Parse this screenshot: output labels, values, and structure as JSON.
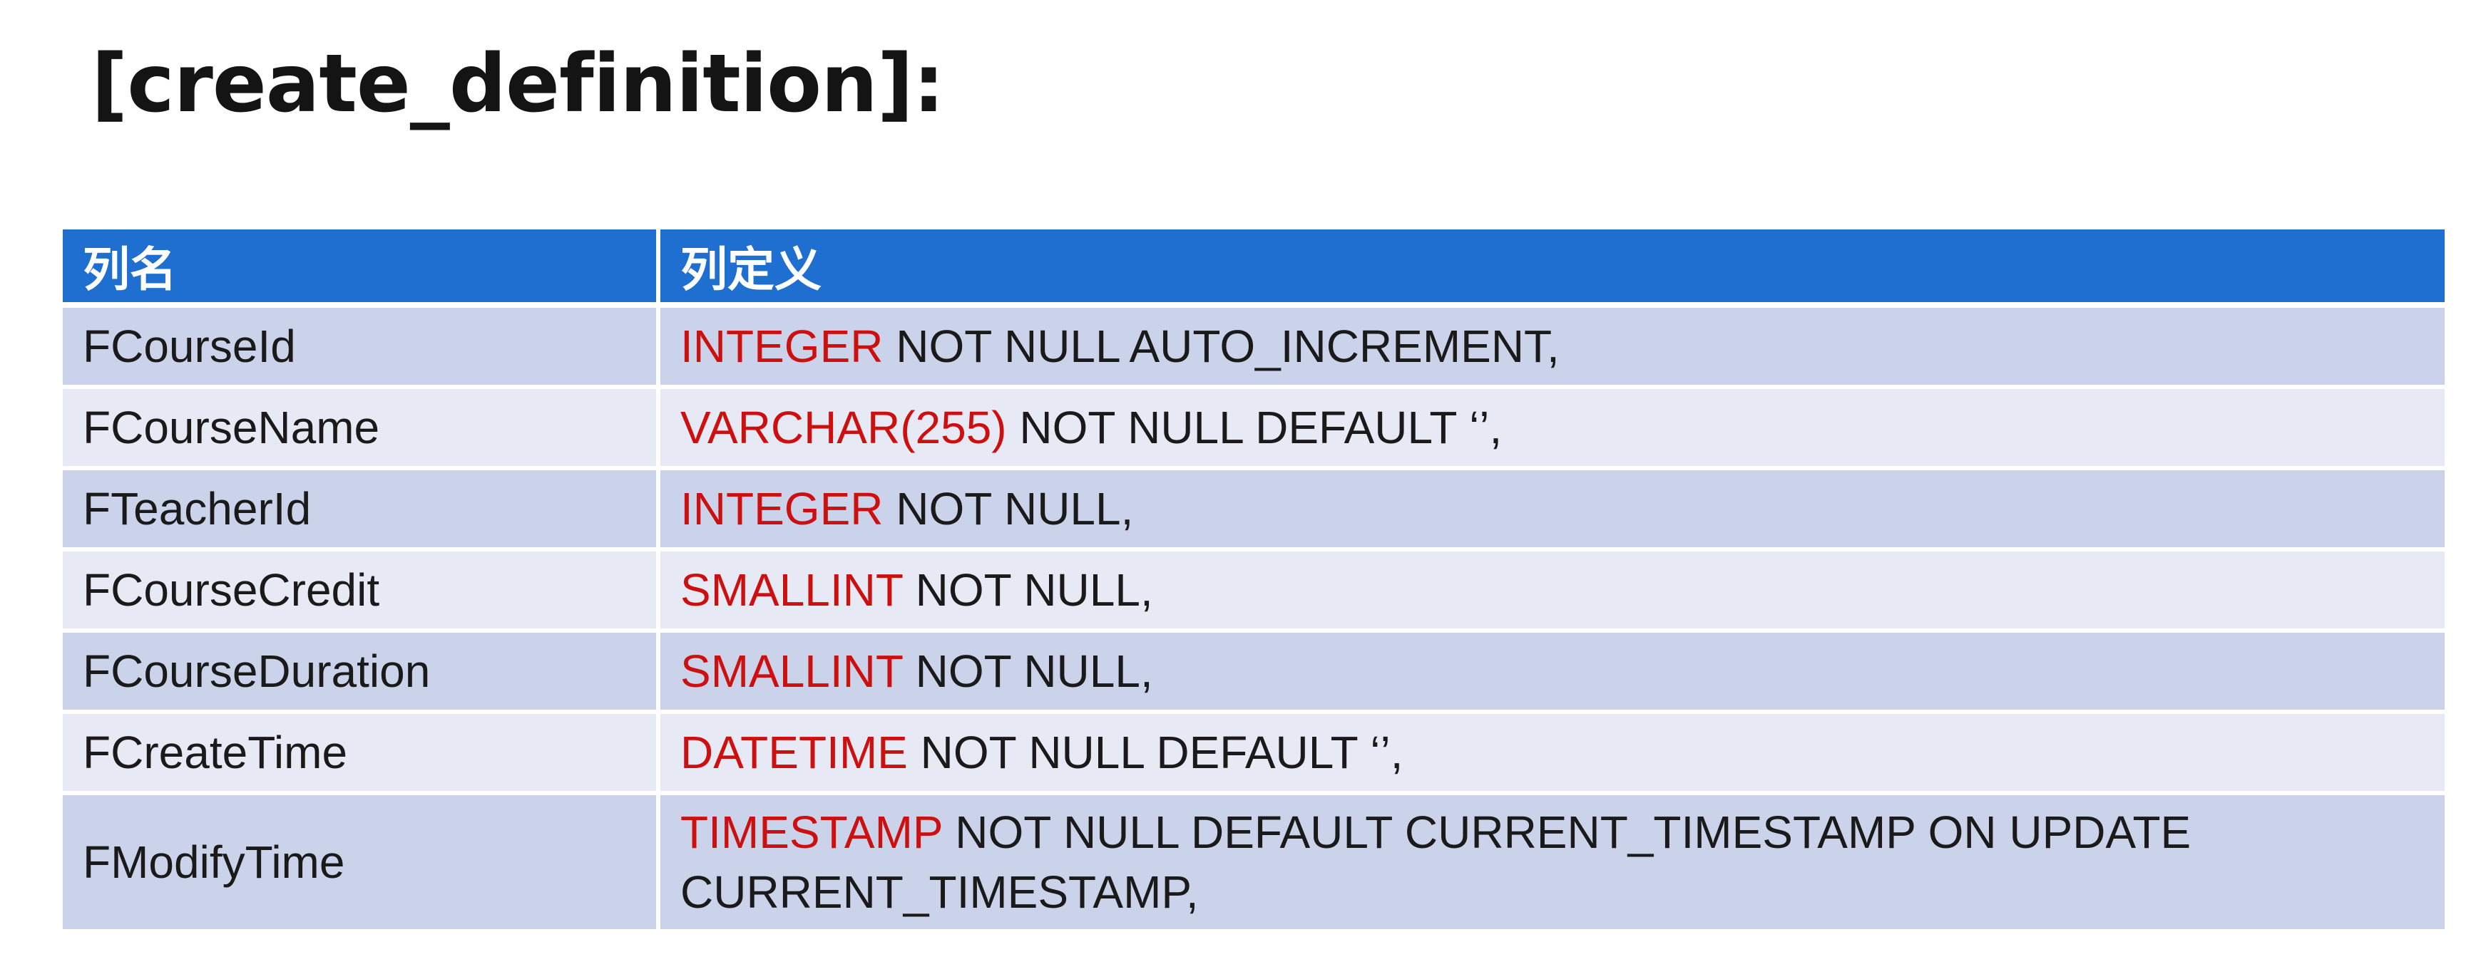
{
  "title": "[create_definition]:",
  "colors": {
    "header_bg": "#1f6fd1",
    "row_odd_bg": "#cbd3ea",
    "row_even_bg": "#e7eaf5",
    "type_keyword": "#cc1010"
  },
  "table": {
    "headers": [
      "列名",
      "列定义"
    ],
    "rows": [
      {
        "name": "FCourseId",
        "type": "INTEGER",
        "rest": " NOT NULL AUTO_INCREMENT,"
      },
      {
        "name": "FCourseName",
        "type": "VARCHAR(255)",
        "rest": " NOT NULL DEFAULT ‘’,"
      },
      {
        "name": "FTeacherId",
        "type": "INTEGER",
        "rest": " NOT NULL,"
      },
      {
        "name": "FCourseCredit",
        "type": "SMALLINT",
        "rest": " NOT NULL,"
      },
      {
        "name": "FCourseDuration",
        "type": "SMALLINT",
        "rest": " NOT NULL,"
      },
      {
        "name": "FCreateTime",
        "type": "DATETIME",
        "rest": " NOT NULL DEFAULT ‘’,"
      },
      {
        "name": "FModifyTime",
        "type": "TIMESTAMP",
        "rest": " NOT NULL DEFAULT CURRENT_TIMESTAMP ON UPDATE CURRENT_TIMESTAMP,"
      }
    ]
  }
}
